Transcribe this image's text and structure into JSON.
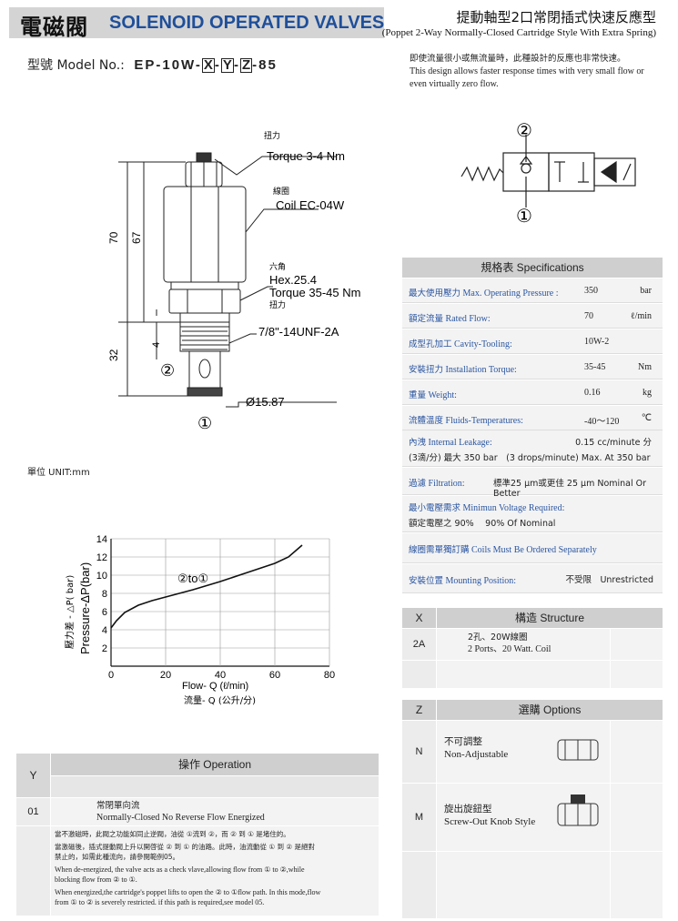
{
  "header": {
    "title_cn": "電磁閥",
    "title_en": "SOLENOID OPERATED VALVES",
    "subtitle_cn": "提動軸型2口常閉插式快速反應型",
    "subtitle_en": "(Poppet 2-Way Normally-Closed Cartridge Style With Extra Spring)"
  },
  "model": {
    "label": "型號 Model No.:",
    "prefix": "EP-10W-",
    "x": "X",
    "y": "Y",
    "z": "Z",
    "sep": "-",
    "suffix": "-85"
  },
  "description": {
    "cn": "即使流量很小或無流量時，此種設計的反應也非常快速。",
    "en1": "This design allows faster response times with very small flow or",
    "en2": "even virtually zero flow."
  },
  "drawing": {
    "torque_cn": "扭力",
    "torque": "Torque 3-4 Nm",
    "coil_cn": "線圈",
    "coil": "Coil EC-04W",
    "hex_cn": "六角",
    "hex": "Hex.25.4",
    "torque2": "Torque 35-45 Nm",
    "torque2_cn": "扭力",
    "thread": "7/8\"-14UNF-2A",
    "diameter": "Ø15.87",
    "dim70": "70",
    "dim67": "67",
    "dim32": "32",
    "dim4": "4",
    "port1": "①",
    "port2": "②"
  },
  "symbol": {
    "port1": "①",
    "port2": "②"
  },
  "unit": "單位 UNIT:mm",
  "chart_data": {
    "type": "line",
    "title": "",
    "xlabel": "Flow- Q (ℓ/min)",
    "xlabel_cn": "流量- Q (公升/分)",
    "ylabel": "Pressure-ΔP(bar)",
    "ylabel_cn": "壓力差 - △P( bar)",
    "xlim": [
      0,
      80
    ],
    "ylim": [
      0,
      14
    ],
    "xticks": [
      "0",
      "20",
      "40",
      "60",
      "80"
    ],
    "yticks": [
      "2",
      "4",
      "6",
      "8",
      "10",
      "12",
      "14"
    ],
    "grid": true,
    "annotation": "②to①",
    "series": [
      {
        "x": [
          0,
          2,
          5,
          10,
          15,
          20,
          30,
          40,
          50,
          60,
          65,
          70
        ],
        "y": [
          4.2,
          5.0,
          5.9,
          6.7,
          7.2,
          7.6,
          8.4,
          9.3,
          10.3,
          11.3,
          12.0,
          13.3
        ]
      }
    ]
  },
  "spec": {
    "header": "規格表 Specifications",
    "rows": [
      {
        "label_cn": "最大使用壓力",
        "label_en": "Max. Operating Pressure :",
        "value": "350",
        "unit": "bar"
      },
      {
        "label_cn": "額定流量",
        "label_en": "Rated Flow:",
        "value": "70",
        "unit": "ℓ/min"
      },
      {
        "label_cn": "成型孔加工",
        "label_en": "Cavity-Tooling:",
        "value": "10W-2",
        "unit": ""
      },
      {
        "label_cn": "安裝扭力",
        "label_en": "Installation Torque:",
        "value": "35-45",
        "unit": "Nm"
      },
      {
        "label_cn": "重量",
        "label_en": "Weight:",
        "value": "0.16",
        "unit": "kg"
      },
      {
        "label_cn": "流體溫度",
        "label_en": "Fluids-Temperatures:",
        "value": "-40～120",
        "unit": "℃"
      }
    ],
    "leakage_cn": "內洩",
    "leakage_en": "Internal Leakage:",
    "leakage_val": "0.15 cc/minute 分",
    "leakage_line2": "(3滴/分) 最大 350 bar　(3 drops/minute) Max. At 350 bar",
    "filtration_cn": "過濾",
    "filtration_en": "Filtration:",
    "filtration_val": "標準25 μm或更佳 25 μm Nominal Or Better",
    "minv_cn": "最小電壓需求",
    "minv_en": "Minimun Voltage Required:",
    "minv_val": "額定電壓之 90%　 90% Of Nominal",
    "coils_cn": "線圈需單獨訂購",
    "coils_en": "Coils Must Be Ordered Separately",
    "mount_cn": "安裝位置",
    "mount_en": "Mounting Position:",
    "mount_val": "不受限　Unrestricted"
  },
  "structure": {
    "col": "X",
    "header": "構造 Structure",
    "code": "2A",
    "desc_cn": "2孔、20W線圈",
    "desc_en": "2 Ports、20 Watt. Coil"
  },
  "options": {
    "col": "Z",
    "header": "選購 Options",
    "n_code": "N",
    "n_cn": "不可調整",
    "n_en": "Non-Adjustable",
    "m_code": "M",
    "m_cn": "旋出旋鈕型",
    "m_en": "Screw-Out Knob Style"
  },
  "operation": {
    "col": "Y",
    "header": "操作 Operation",
    "code": "01",
    "title_cn": "常閉單向流",
    "title_en": "Normally-Closed No Reverse Flow Energized",
    "p1": "當不激磁時，此閥之功能如同止逆閥，油從 ①流到 ②，而 ② 到 ① 是堵住的。",
    "p2a": "當激磁後，插式提動閥上升以開啓從 ② 到 ① 的油路。此時，油流動從 ① 到 ② 是絕對",
    "p2b": "禁止的，如需此種流向，請參閱範例05。",
    "p3a": "When de-energized, the valve acts as a check vlave,allowing flow from ① to ②,while",
    "p3b": "blocking flow from ② to ①.",
    "p4a": "When energized,the cartridge's poppet lifts to open the ② to ①flow path. In this mode,flow",
    "p4b": "from ① to ② is severely restricted. if this path is required,see model 05."
  }
}
